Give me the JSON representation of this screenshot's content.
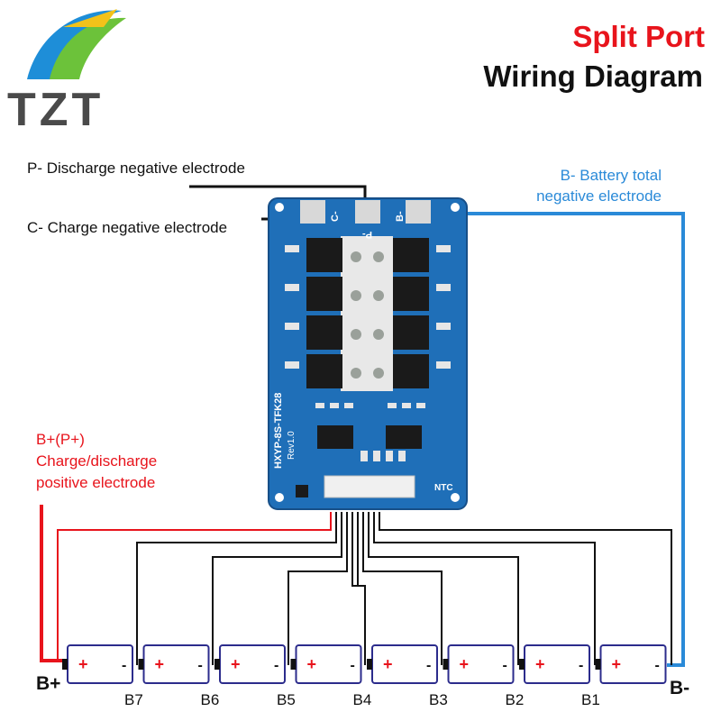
{
  "brand": {
    "logo_text": "TZT"
  },
  "title": {
    "line1": "Split Port",
    "line2": "Wiring Diagram"
  },
  "labels": {
    "p_minus": "P- Discharge negative electrode",
    "c_minus": "C- Charge negative electrode",
    "b_minus_line1": "B- Battery total",
    "b_minus_line2": "negative electrode",
    "bplus_line1": "B+(P+)",
    "bplus_line2": "Charge/discharge",
    "bplus_line3": "positive electrode"
  },
  "terminals": {
    "b_plus": "B+",
    "b_minus": "B-"
  },
  "board": {
    "model": "HXYP-8S-TFK28",
    "rev": "Rev1.0",
    "ntc": "NTC",
    "pad_c": "C-",
    "pad_p": "P-",
    "pad_b": "B-"
  },
  "cells": {
    "count": 8,
    "plus_sign": "+",
    "minus_sign": "-",
    "tap_labels": [
      "B7",
      "B6",
      "B5",
      "B4",
      "B3",
      "B2",
      "B1"
    ]
  },
  "colors": {
    "red_wire": "#e8141c",
    "blue_wire": "#2a8ad8",
    "board_blue": "#1f6fb8",
    "black_wire": "#111111"
  }
}
